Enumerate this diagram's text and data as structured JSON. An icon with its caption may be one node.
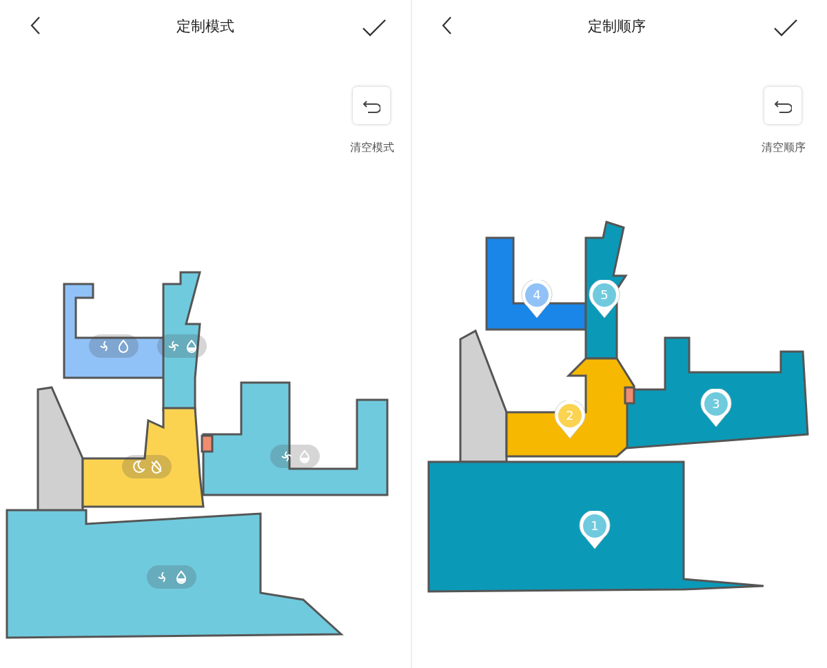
{
  "diagram": {
    "labels": [
      "定制模式",
      "清空模式",
      "定制顺序",
      "清空顺序",
      "4",
      "5",
      "2",
      "3",
      "1"
    ]
  }
}
